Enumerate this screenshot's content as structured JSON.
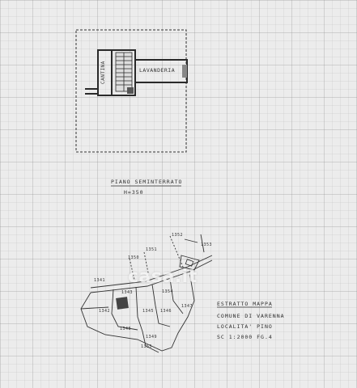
{
  "plan": {
    "room_cantina": "CANTINA",
    "room_lavanderia": "LAVANDERIA",
    "title": "PIANO SEMINTERRATO",
    "height": "H=350"
  },
  "map": {
    "title": "ESTRATTO MAPPA",
    "comune": "COMUNE DI VARENNA",
    "localita": "LOCALITA' PINO",
    "scale": "SC 1:2000 FG.4",
    "parcel_numbers": [
      "1341",
      "1342",
      "1343",
      "1345",
      "1346",
      "1347",
      "1348",
      "1349",
      "1350",
      "1351",
      "1352",
      "1353",
      "1354",
      "1355"
    ]
  },
  "watermark": {
    "text": "casa.it"
  }
}
